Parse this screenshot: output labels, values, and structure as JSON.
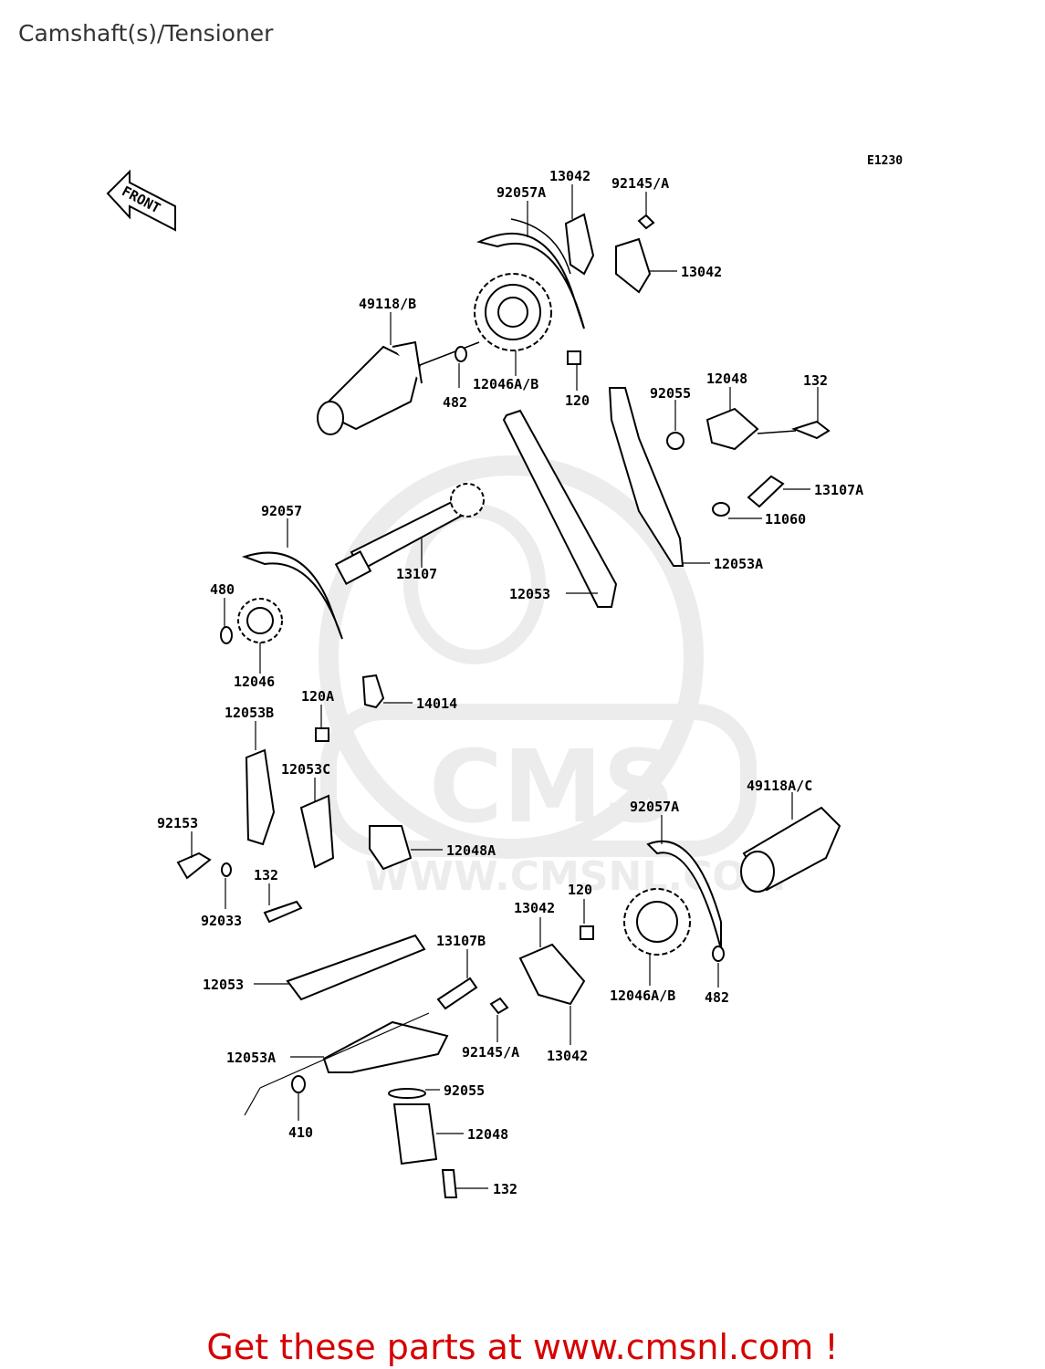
{
  "page": {
    "title": "Camshaft(s)/Tensioner",
    "footer": "Get these parts at www.cmsnl.com !"
  },
  "diagram": {
    "code": "E1230",
    "front_label": "FRONT",
    "watermark": {
      "brand": "CMS",
      "url": "WWW.CMSNL.COM"
    },
    "labels": {
      "p92057A_top": "92057A",
      "p13042_top": "13042",
      "p92145A_top": "92145/A",
      "p13042_top2": "13042",
      "p49118B": "49118/B",
      "p482_top": "482",
      "p12046AB_top": "12046A/B",
      "p120_top": "120",
      "p92055_top": "92055",
      "p12048_top": "12048",
      "p132_top": "132",
      "p13107A": "13107A",
      "p11060": "11060",
      "p12053A_top": "12053A",
      "p92057": "92057",
      "p13107": "13107",
      "p12053_mid": "12053",
      "p480": "480",
      "p12046": "12046",
      "p120A": "120A",
      "p14014": "14014",
      "p12053B": "12053B",
      "p12053C": "12053C",
      "p92153": "92153",
      "p12048A": "12048A",
      "p132_mid": "132",
      "p92033": "92033",
      "p92057A_bot": "92057A",
      "p49118AC": "49118A/C",
      "p120_bot": "120",
      "p13042_bot": "13042",
      "p13107B": "13107B",
      "p12053_bot": "12053",
      "p12046AB_bot": "12046A/B",
      "p482_bot": "482",
      "p92145A_bot": "92145/A",
      "p13042_bot2": "13042",
      "p12053A_bot": "12053A",
      "p92055_bot": "92055",
      "p410": "410",
      "p12048_bot": "12048",
      "p132_bot": "132"
    }
  }
}
